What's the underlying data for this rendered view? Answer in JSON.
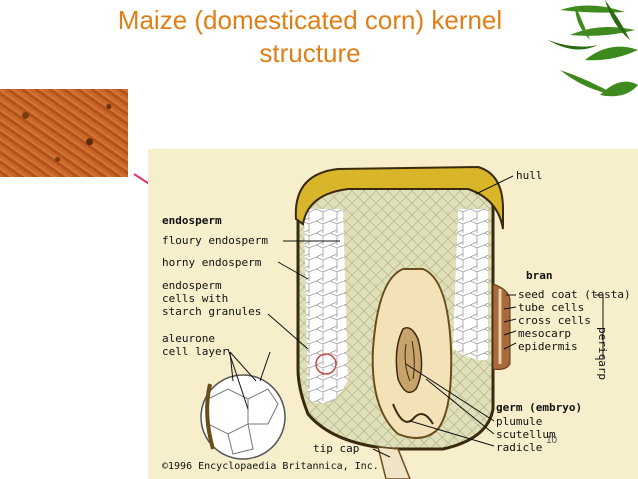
{
  "title": {
    "line1": "Maize (domesticated corn) kernel",
    "line2": "structure"
  },
  "labels": {
    "endosperm": "endosperm",
    "floury": "floury endosperm",
    "horny": "horny endosperm",
    "cells1": "endosperm",
    "cells2": "cells with",
    "cells3": "starch granules",
    "aleurone1": "aleurone",
    "aleurone2": "cell layer",
    "hull": "hull",
    "bran": "bran",
    "seedcoat": "seed coat (testa)",
    "tube": "tube cells",
    "cross": "cross cells",
    "mesocarp": "mesocarp",
    "epidermis": "epidermis",
    "pericarp": "pericarp",
    "germ": "germ (embryo)",
    "plumule": "plumule",
    "scutellum": "scutellum",
    "radicle": "radicle",
    "tipcap": "tip cap"
  },
  "copyright": "©1996 Encyclopaedia Britannica, Inc.",
  "page_number": "10",
  "colors": {
    "title": "#e07f17",
    "arrow": "#e8336b",
    "hull": "#d9b52a",
    "background": "#f7eecb"
  }
}
